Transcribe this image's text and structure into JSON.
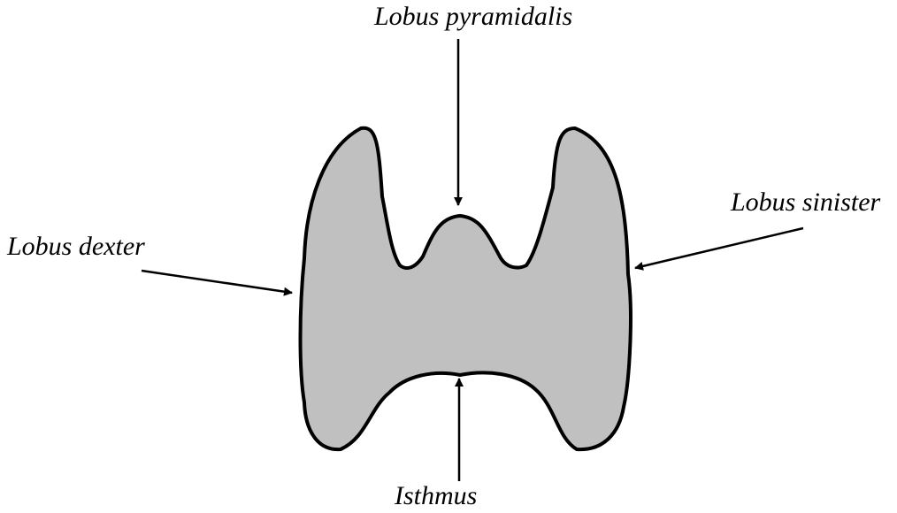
{
  "labels": {
    "pyramidal_lobe": "Lobus pyramidalis",
    "left_lobe": "Lobus sinister",
    "right_lobe": "Lobus dexter",
    "isthmus": "Isthmus"
  },
  "colors": {
    "gland_fill": "#c0c0c0",
    "outline": "#000000",
    "background": "#ffffff"
  }
}
